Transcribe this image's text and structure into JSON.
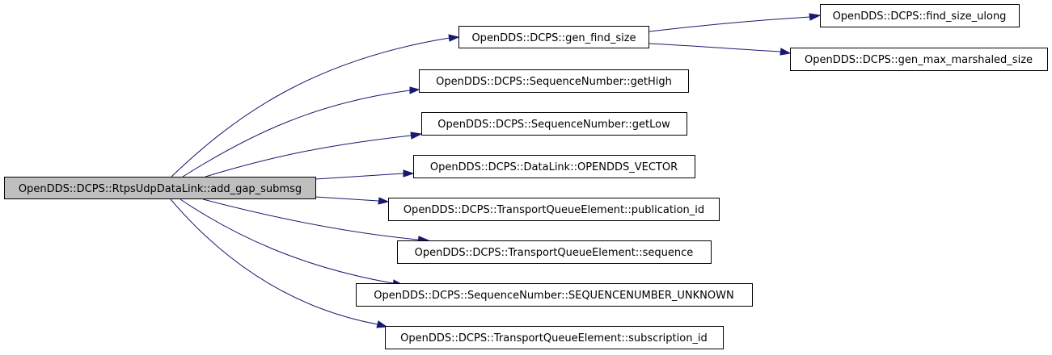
{
  "graph": {
    "colors": {
      "root_fill": "#bfbfbf",
      "node_fill": "#ffffff",
      "edge": "#191970",
      "border": "#000000"
    },
    "root": {
      "id": "n0",
      "label": "OpenDDS::DCPS::RtpsUdpDataLink::add_gap_submsg"
    },
    "nodes": [
      {
        "id": "n1",
        "label": "OpenDDS::DCPS::gen_find_size"
      },
      {
        "id": "n2",
        "label": "OpenDDS::DCPS::find_size_ulong"
      },
      {
        "id": "n3",
        "label": "OpenDDS::DCPS::gen_max_marshaled_size"
      },
      {
        "id": "n4",
        "label": "OpenDDS::DCPS::SequenceNumber::getHigh"
      },
      {
        "id": "n5",
        "label": "OpenDDS::DCPS::SequenceNumber::getLow"
      },
      {
        "id": "n6",
        "label": "OpenDDS::DCPS::DataLink::OPENDDS_VECTOR"
      },
      {
        "id": "n7",
        "label": "OpenDDS::DCPS::TransportQueueElement::publication_id"
      },
      {
        "id": "n8",
        "label": "OpenDDS::DCPS::TransportQueueElement::sequence"
      },
      {
        "id": "n9",
        "label": "OpenDDS::DCPS::SequenceNumber::SEQUENCENUMBER_UNKNOWN"
      },
      {
        "id": "n10",
        "label": "OpenDDS::DCPS::TransportQueueElement::subscription_id"
      }
    ],
    "edges": [
      {
        "from": "n0",
        "to": "n1"
      },
      {
        "from": "n0",
        "to": "n4"
      },
      {
        "from": "n0",
        "to": "n5"
      },
      {
        "from": "n0",
        "to": "n6"
      },
      {
        "from": "n0",
        "to": "n7"
      },
      {
        "from": "n0",
        "to": "n8"
      },
      {
        "from": "n0",
        "to": "n9"
      },
      {
        "from": "n0",
        "to": "n10"
      },
      {
        "from": "n1",
        "to": "n2"
      },
      {
        "from": "n1",
        "to": "n3"
      }
    ]
  }
}
